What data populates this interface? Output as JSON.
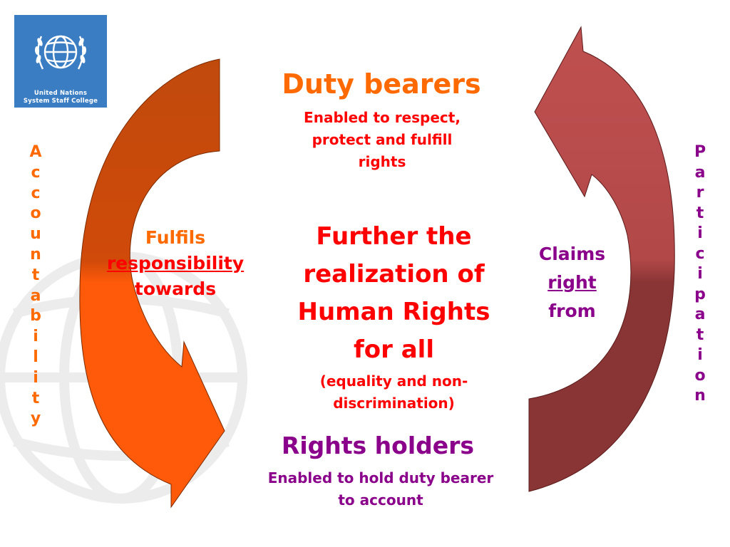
{
  "logo": {
    "org_line1": "United Nations",
    "org_line2": "System Staff College",
    "icon": "un-emblem-icon"
  },
  "top": {
    "title": "Duty bearers",
    "subtitle_lines": [
      "Enabled to respect,",
      "protect and fulfill",
      "rights"
    ]
  },
  "left_label": {
    "line1": "Fulfils",
    "line2": "responsibility",
    "line3": "towards"
  },
  "right_label": {
    "line1": "Claims",
    "line2": "right",
    "line3": "from"
  },
  "center": {
    "title_lines": [
      "Further the",
      "realization of",
      "Human Rights",
      "for all"
    ],
    "subtitle_lines": [
      "(equality and non-",
      "discrimination)"
    ]
  },
  "bottom": {
    "title": "Rights holders",
    "subtitle_lines": [
      "Enabled to hold duty bearer",
      "to account"
    ]
  },
  "side_left": {
    "word": "Accountability",
    "letters": [
      "A",
      "c",
      "c",
      "o",
      "u",
      "n",
      "t",
      "a",
      "b",
      "i",
      "l",
      "i",
      "t",
      "y"
    ]
  },
  "side_right": {
    "word": "Participation",
    "letters": [
      "P",
      "a",
      "r",
      "t",
      "i",
      "c",
      "i",
      "p",
      "a",
      "t",
      "i",
      "o",
      "n"
    ]
  },
  "colors": {
    "orange_text": "#ff6a00",
    "red_text": "#ff0000",
    "purple_text": "#8a008a",
    "left_arrow_top": "#c04a0c",
    "left_arrow_bottom": "#ff5a0a",
    "right_arrow_top": "#c05050",
    "right_arrow_bottom": "#8a3535",
    "logo_bg": "#3a7dc3"
  }
}
